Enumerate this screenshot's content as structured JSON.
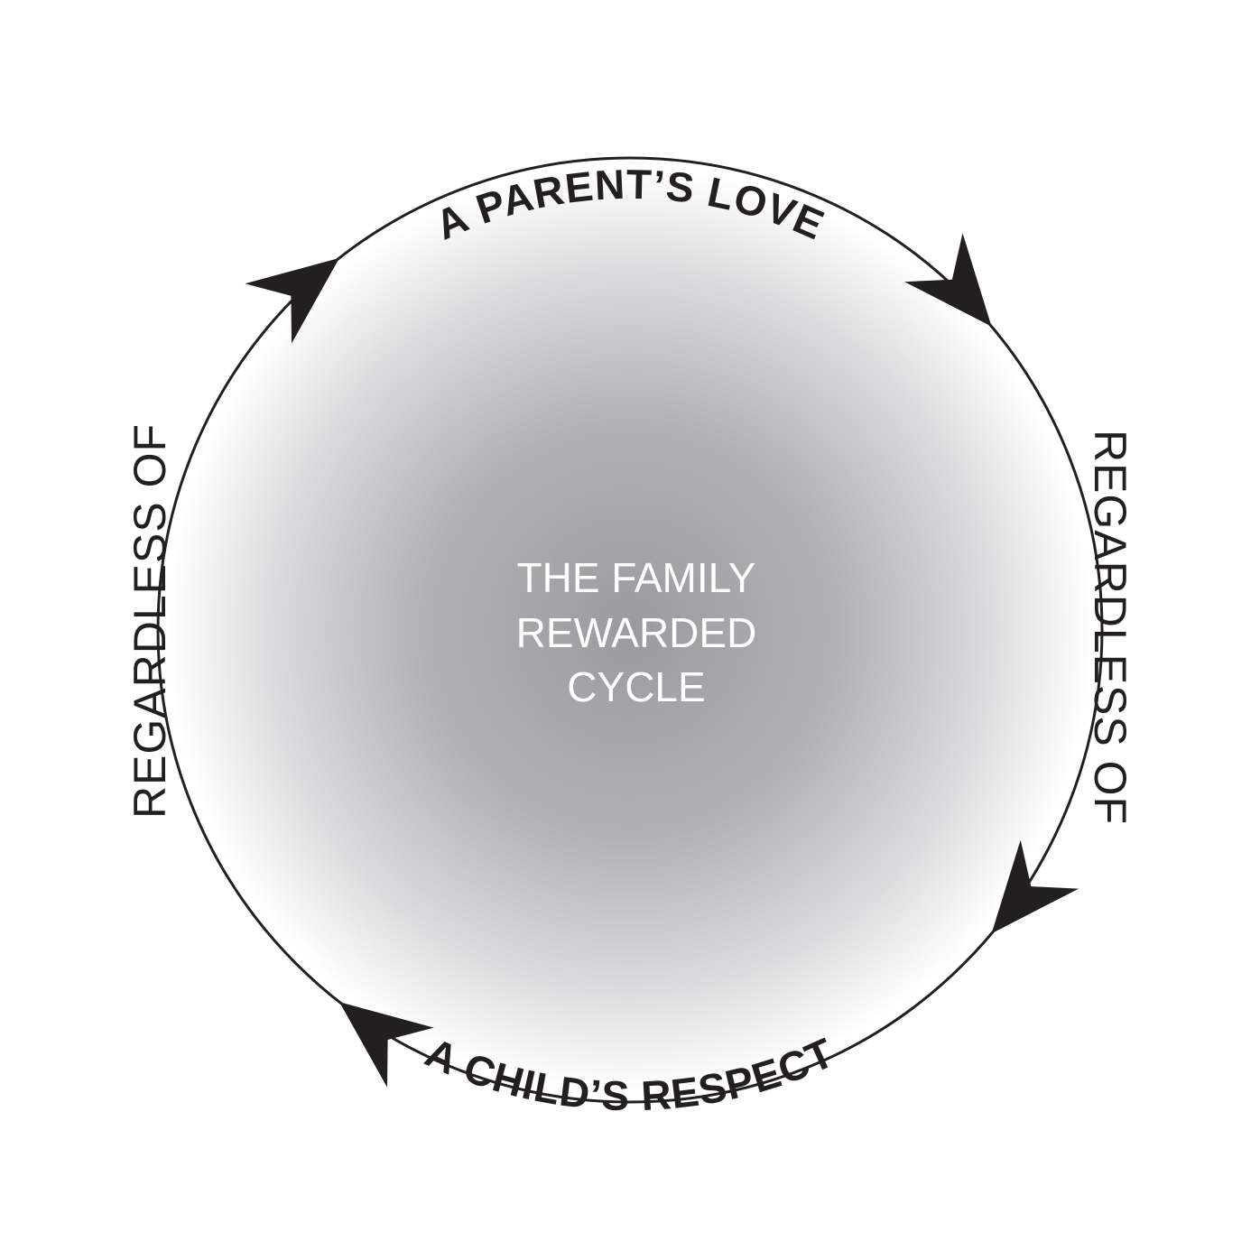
{
  "diagram": {
    "center_lines": [
      "THE FAMILY",
      "REWARDED",
      "CYCLE"
    ],
    "top_label": "A PARENT’S LOVE",
    "bottom_label": "A CHILD’S RESPECT",
    "right_label": "REGARDLESS OF",
    "left_label": "REGARDLESS OF",
    "colors": {
      "ink": "#231f20",
      "fill_center": "#9b9b9f",
      "fill_edge": "#ffffff",
      "center_text": "#ffffff"
    },
    "arrows": [
      {
        "name": "arrow-top-left",
        "direction": "clockwise"
      },
      {
        "name": "arrow-top-right",
        "direction": "clockwise"
      },
      {
        "name": "arrow-bottom-right",
        "direction": "clockwise"
      },
      {
        "name": "arrow-bottom-left",
        "direction": "clockwise"
      }
    ]
  }
}
